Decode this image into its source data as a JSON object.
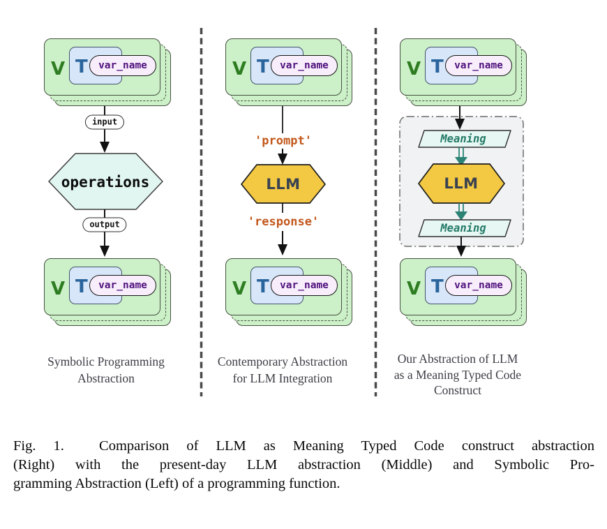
{
  "figure": {
    "card": {
      "v_label": "V",
      "t_label": "T",
      "var_label": "var_name"
    },
    "columns": [
      {
        "flow": {
          "input_label": "input",
          "process_label": "operations",
          "output_label": "output"
        },
        "caption_lines": [
          "Symbolic Programming",
          "Abstraction"
        ]
      },
      {
        "flow": {
          "input_label": "'prompt'",
          "process_label": "LLM",
          "output_label": "'response'"
        },
        "caption_lines": [
          "Contemporary Abstraction",
          "for LLM Integration"
        ]
      },
      {
        "flow": {
          "meaning_in_label": "Meaning",
          "process_label": "LLM",
          "meaning_out_label": "Meaning"
        },
        "caption_lines": [
          "Our Abstraction of LLM",
          "as a Meaning Typed Code",
          "Construct"
        ]
      }
    ],
    "colors": {
      "card_fill": "#ccf0c8",
      "type_box_fill": "#d7e6f9",
      "value_letter": "#2e7d22",
      "type_letter": "#2a649c",
      "var_pill_fill": "#f8eefb",
      "var_pill_text": "#50127e",
      "operations_fill": "#e1f6f0",
      "llm_fill": "#f3c843",
      "string_label": "#c2571b",
      "meaning_fill": "#e7f8f4",
      "meaning_text": "#257a68",
      "meaning_arrow": "#2c8274",
      "container_fill": "#f0f2f3"
    }
  },
  "caption": {
    "lines": [
      "Fig. 1.  Comparison of LLM as Meaning Typed Code construct abstraction",
      "(Right) with the present-day LLM abstraction (Middle) and Symbolic Pro-",
      "gramming Abstraction (Left) of a programming function."
    ]
  }
}
